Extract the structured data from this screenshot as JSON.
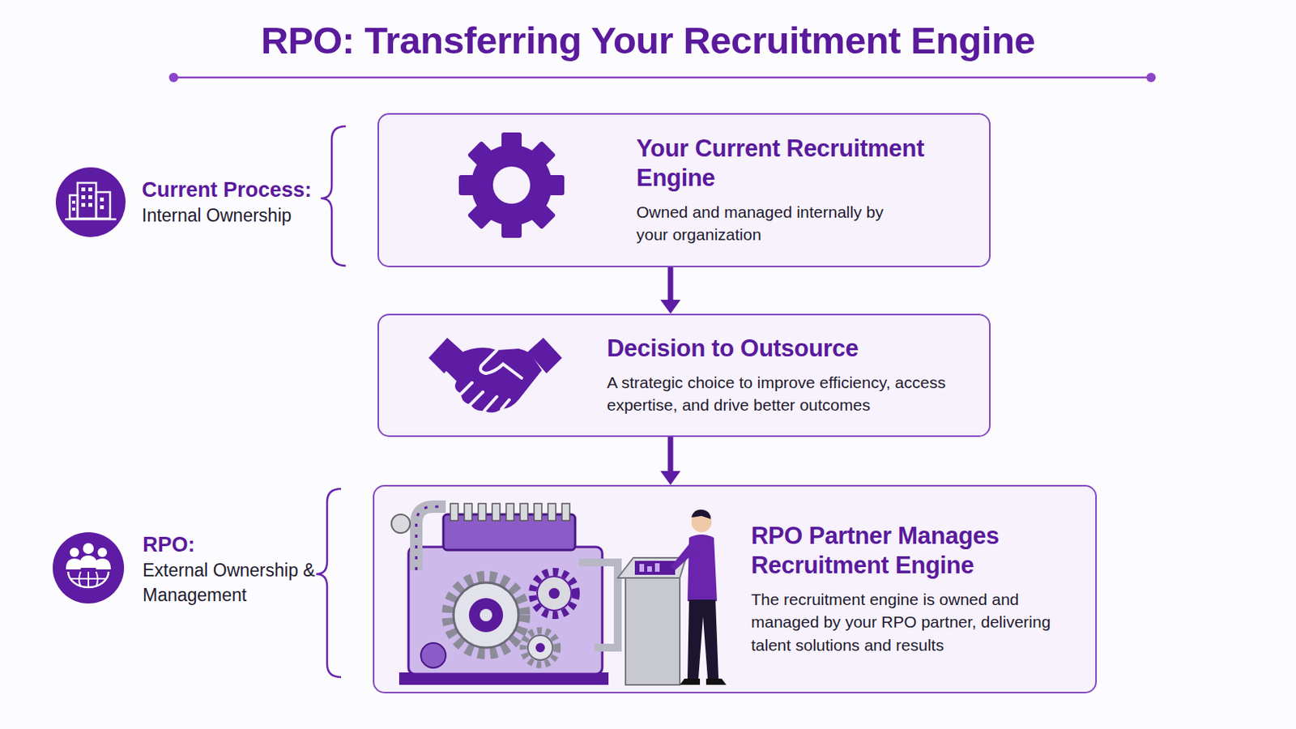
{
  "diagram": {
    "title": "RPO: Transferring Your Recruitment Engine",
    "nodes": [
      {
        "text": [
          "Your Current Recruitment Engine",
          "Owned and managed internally by your organization"
        ]
      },
      {
        "text": [
          "Decision to Outsource",
          "A strategic choice to improve efficiency, access expertise, and drive better outcomes"
        ]
      },
      {
        "text": [
          "RPO Partner Manages Recruitment Engine",
          "The recruitment engine is owned and managed by your RPO partner, delivering talent solutions and results"
        ]
      }
    ],
    "edges": [
      {
        "from": 0,
        "to": 1,
        "arrow": "to"
      },
      {
        "from": 1,
        "to": 2,
        "arrow": "to"
      }
    ],
    "labels": [
      "Current Process:",
      "Internal Ownership",
      "RPO:",
      "External Ownership & Management"
    ]
  }
}
